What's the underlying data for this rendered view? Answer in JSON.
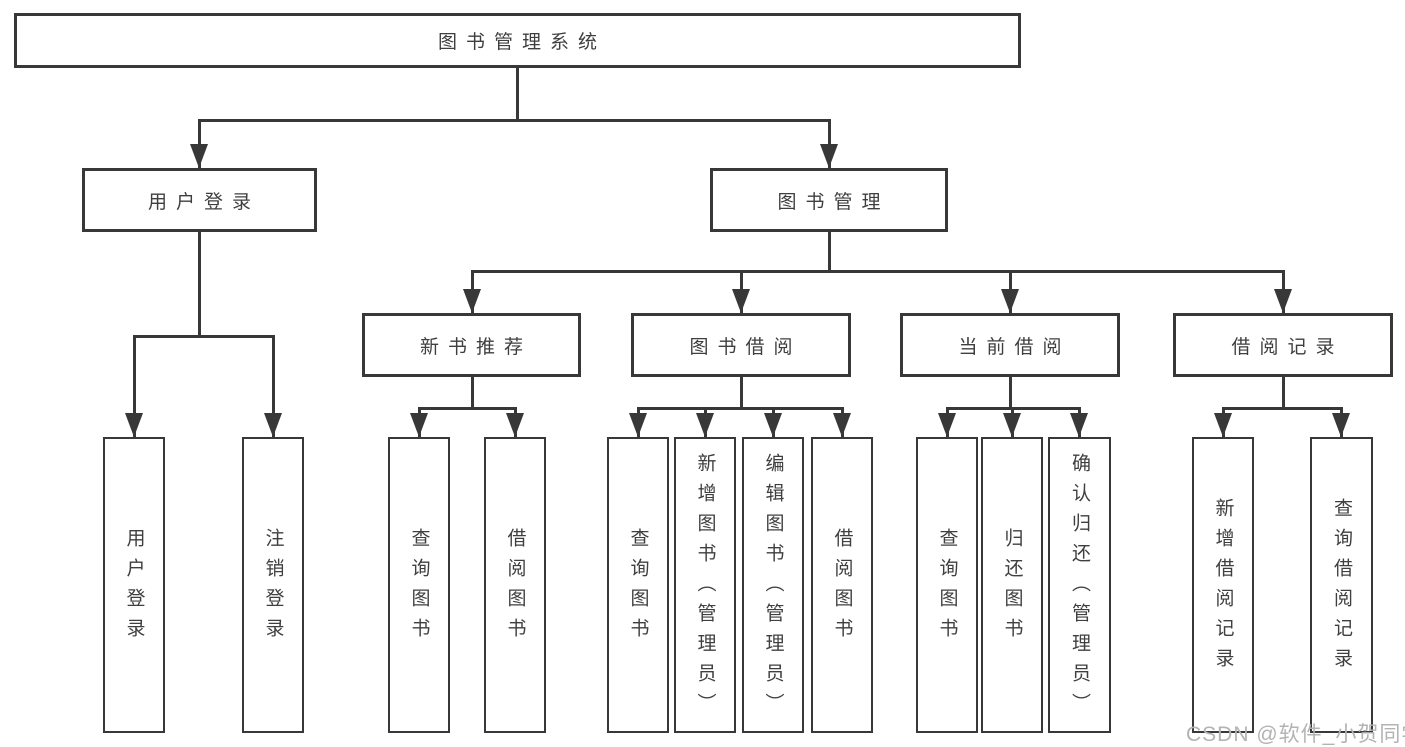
{
  "diagram": {
    "tree": {
      "id": "root",
      "label": "图书管理系统",
      "children": [
        {
          "id": "login",
          "label": "用户登录",
          "children": [
            {
              "id": "login-user",
              "label": "用户登录"
            },
            {
              "id": "login-logout",
              "label": "注销登录"
            }
          ]
        },
        {
          "id": "mgmt",
          "label": "图书管理",
          "children": [
            {
              "id": "rec",
              "label": "新书推荐",
              "children": [
                {
                  "id": "rec-query",
                  "label": "查询图书"
                },
                {
                  "id": "rec-borrow",
                  "label": "借阅图书"
                }
              ]
            },
            {
              "id": "borrow",
              "label": "图书借阅",
              "children": [
                {
                  "id": "borrow-query",
                  "label": "查询图书"
                },
                {
                  "id": "borrow-add",
                  "label": "新增图书（管理员）"
                },
                {
                  "id": "borrow-edit",
                  "label": "编辑图书（管理员）"
                },
                {
                  "id": "borrow-lend",
                  "label": "借阅图书"
                }
              ]
            },
            {
              "id": "current",
              "label": "当前借阅",
              "children": [
                {
                  "id": "current-query",
                  "label": "查询图书"
                },
                {
                  "id": "current-return",
                  "label": "归还图书"
                },
                {
                  "id": "current-confirm",
                  "label": "确认归还（管理员）"
                }
              ]
            },
            {
              "id": "records",
              "label": "借阅记录",
              "children": [
                {
                  "id": "records-add",
                  "label": "新增借阅记录"
                },
                {
                  "id": "records-query",
                  "label": "查询借阅记录"
                }
              ]
            }
          ]
        }
      ]
    }
  },
  "watermark": {
    "text": "CSDN @软件_小贺同学"
  },
  "colors": {
    "line": "#383838",
    "border": "#383838",
    "text": "#3f3f3f",
    "watermark": "#b3b3b3",
    "background": "#ffffff"
  }
}
